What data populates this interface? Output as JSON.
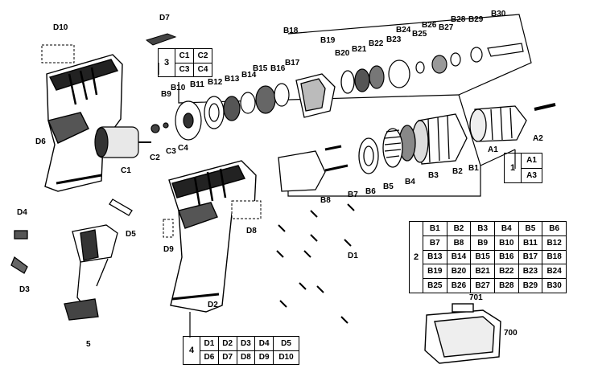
{
  "labels": {
    "D10": "D10",
    "D7": "D7",
    "D6": "D6",
    "C1": "C1",
    "C2": "C2",
    "C3": "C3",
    "C4": "C4",
    "B9": "B9",
    "B10": "B10",
    "B11": "B11",
    "B12": "B12",
    "B13": "B13",
    "B14": "B14",
    "B15": "B15",
    "B16": "B16",
    "B17": "B17",
    "B18": "B18",
    "B19": "B19",
    "B20": "B20",
    "B21": "B21",
    "B22": "B22",
    "B23": "B23",
    "B24": "B24",
    "B25": "B25",
    "B26": "B26",
    "B27": "B27",
    "B28": "B28",
    "B29": "B29",
    "B30": "B30",
    "A1": "A1",
    "A2": "A2",
    "B1": "B1",
    "B2": "B2",
    "B3": "B3",
    "B4": "B4",
    "B5": "B5",
    "B6": "B6",
    "B7": "B7",
    "B8": "B8",
    "D1": "D1",
    "D2": "D2",
    "D3": "D3",
    "D4": "D4",
    "D5": "D5",
    "D8": "D8",
    "D9": "D9",
    "n5": "5",
    "n701": "701",
    "n700": "700"
  },
  "table3": {
    "group": "3",
    "rows": [
      [
        "C1",
        "C2"
      ],
      [
        "C3",
        "C4"
      ]
    ]
  },
  "table1": {
    "group": "1",
    "rows": [
      [
        "A1"
      ],
      [
        "A3"
      ]
    ]
  },
  "table2": {
    "group": "2",
    "rows": [
      [
        "B1",
        "B2",
        "B3",
        "B4",
        "B5",
        "B6"
      ],
      [
        "B7",
        "B8",
        "B9",
        "B10",
        "B11",
        "B12"
      ],
      [
        "B13",
        "B14",
        "B15",
        "B16",
        "B17",
        "B18"
      ],
      [
        "B19",
        "B20",
        "B21",
        "B22",
        "B23",
        "B24"
      ],
      [
        "B25",
        "B26",
        "B27",
        "B28",
        "B29",
        "B30"
      ]
    ]
  },
  "table4": {
    "group": "4",
    "rows": [
      [
        "D1",
        "D2",
        "D3",
        "D4",
        "D5"
      ],
      [
        "D6",
        "D7",
        "D8",
        "D9",
        "D10"
      ]
    ]
  }
}
